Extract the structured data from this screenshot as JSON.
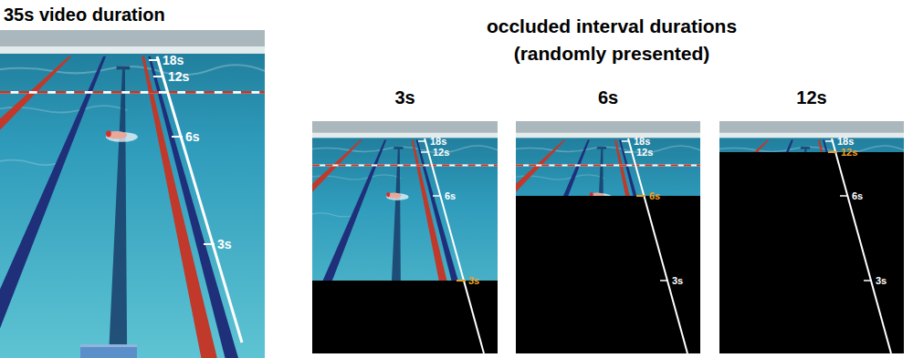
{
  "diagram": {
    "nodes": [
      {
        "text": [
          "35s video duration"
        ]
      },
      {
        "text": [
          "3s"
        ]
      },
      {
        "text": [
          "6s"
        ]
      },
      {
        "text": [
          "12s"
        ]
      }
    ],
    "labels": [
      "occluded interval durations (randomly presented)",
      "18s",
      "12s",
      "6s",
      "3s",
      "18s",
      "12s",
      "6s",
      "3s",
      "18s",
      "12s",
      "6s",
      "3s",
      "18s",
      "12s",
      "6s",
      "3s"
    ]
  }
}
